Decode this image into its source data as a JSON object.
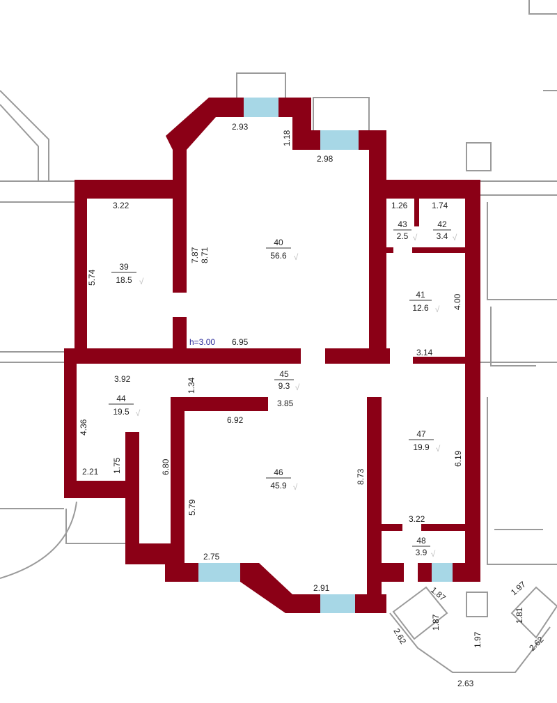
{
  "title": "Apartment floor plan",
  "ceiling_height": "h=3.00",
  "rooms": [
    {
      "number": "39",
      "area": "18.5"
    },
    {
      "number": "40",
      "area": "56.6"
    },
    {
      "number": "41",
      "area": "12.6"
    },
    {
      "number": "42",
      "area": "3.4"
    },
    {
      "number": "43",
      "area": "2.5"
    },
    {
      "number": "44",
      "area": "19.5"
    },
    {
      "number": "45",
      "area": "9.3"
    },
    {
      "number": "46",
      "area": "45.9"
    },
    {
      "number": "47",
      "area": "19.9"
    },
    {
      "number": "48",
      "area": "3.9"
    }
  ],
  "check_mark": "√",
  "dimensions": {
    "d293": "2.93",
    "d118": "1.18",
    "d298": "2.98",
    "d322a": "3.22",
    "d574": "5.74",
    "d787": "7.87",
    "d871": "8.71",
    "d126": "1.26",
    "d174": "1.74",
    "d400": "4.00",
    "d695": "6.95",
    "d314": "3.14",
    "d392": "3.92",
    "d134": "1.34",
    "d385": "3.85",
    "d692": "6.92",
    "d436": "4.36",
    "d175": "1.75",
    "d221": "2.21",
    "d680": "6.80",
    "d579": "5.79",
    "d873": "8.73",
    "d619": "6.19",
    "d322b": "3.22",
    "d275": "2.75",
    "d291": "2.91",
    "d187a": "1.87",
    "d197a": "1.97",
    "d187b": "1.87",
    "d181": "1.81",
    "d197b": "1.97",
    "d262a": "2.62",
    "d262b": "2.62",
    "d263": "2.63"
  },
  "colors": {
    "wall": "#8b0016",
    "window": "#a7d7e6"
  }
}
